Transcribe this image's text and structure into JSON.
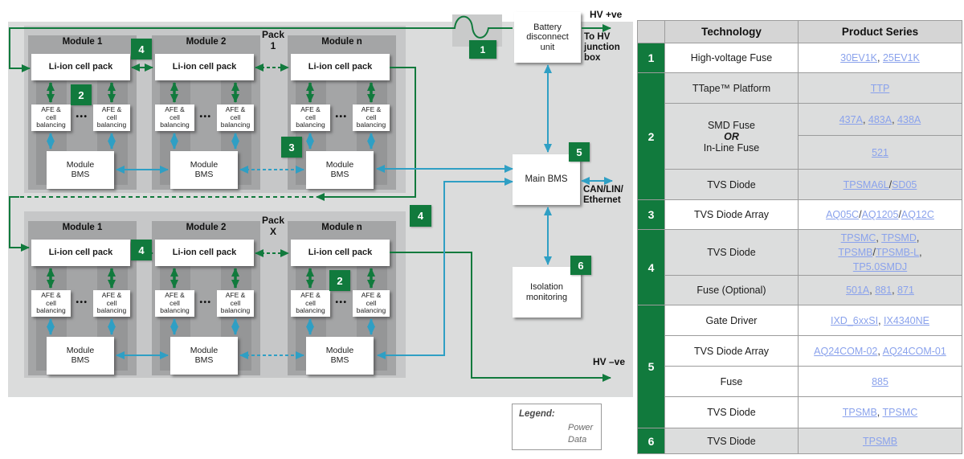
{
  "diagram": {
    "cell_pack": "Li-ion cell pack",
    "afe": "AFE &\ncell\nbalancing",
    "dots": "•••",
    "module_bms": "Module\nBMS",
    "bdu": "Battery\ndisconnect\nunit",
    "main_bms": "Main BMS",
    "isolation": "Isolation\nmonitoring",
    "packs": [
      {
        "label": "Pack\n1",
        "modules": [
          {
            "title": "Module 1"
          },
          {
            "title": "Module 2"
          },
          {
            "title": "Module n"
          }
        ]
      },
      {
        "label": "Pack\nX",
        "modules": [
          {
            "title": "Module 1"
          },
          {
            "title": "Module 2"
          },
          {
            "title": "Module n"
          }
        ]
      }
    ],
    "badges": {
      "n1": "1",
      "n2": "2",
      "n3": "3",
      "n4": "4",
      "n5": "5",
      "n6": "6"
    },
    "labels": {
      "hv_pos": "HV +ve",
      "to_hv": "To HV\njunction\nbox",
      "can": "CAN/LIN/\nEthernet",
      "hv_neg": "HV –ve"
    },
    "legend": {
      "title": "Legend:",
      "power": "Power",
      "data": "Data"
    },
    "colors": {
      "power_green": "#117a3d",
      "data_teal": "#2f9fc4"
    }
  },
  "table": {
    "header": {
      "technology": "Technology",
      "product_series": "Product Series"
    },
    "groups": [
      {
        "num": "1"
      },
      {
        "num": "2"
      },
      {
        "num": "3"
      },
      {
        "num": "4"
      },
      {
        "num": "5"
      },
      {
        "num": "6"
      }
    ],
    "rows": [
      {
        "tech": "High-voltage Fuse",
        "products": [
          {
            "t": "a",
            "v": "30EV1K"
          },
          {
            "t": "s",
            "v": ", "
          },
          {
            "t": "a",
            "v": "25EV1K"
          }
        ]
      },
      {
        "tech": "TTape™ Platform",
        "products": [
          {
            "t": "a",
            "v": "TTP"
          }
        ]
      },
      {
        "tech_lines": [
          "SMD Fuse",
          "OR",
          "In-Line Fuse"
        ],
        "products": [
          {
            "t": "a",
            "v": "437A"
          },
          {
            "t": "s",
            "v": ", "
          },
          {
            "t": "a",
            "v": "483A"
          },
          {
            "t": "s",
            "v": ", "
          },
          {
            "t": "a",
            "v": "438A"
          }
        ]
      },
      {
        "products": [
          {
            "t": "a",
            "v": "521"
          }
        ]
      },
      {
        "tech": "TVS Diode",
        "products": [
          {
            "t": "a",
            "v": "TPSMA6L"
          },
          {
            "t": "s",
            "v": "/"
          },
          {
            "t": "a",
            "v": "SD05"
          }
        ]
      },
      {
        "tech": "TVS Diode Array",
        "products": [
          {
            "t": "a",
            "v": "AQ05C"
          },
          {
            "t": "s",
            "v": "/"
          },
          {
            "t": "a",
            "v": "AQ1205"
          },
          {
            "t": "s",
            "v": "/"
          },
          {
            "t": "a",
            "v": "AQ12C"
          }
        ]
      },
      {
        "tech": "TVS Diode",
        "products": [
          {
            "t": "a",
            "v": "TPSMC"
          },
          {
            "t": "s",
            "v": ", "
          },
          {
            "t": "a",
            "v": "TPSMD"
          },
          {
            "t": "s",
            "v": ","
          },
          {
            "t": "b"
          },
          {
            "t": "a",
            "v": "TPSMB"
          },
          {
            "t": "s",
            "v": "/"
          },
          {
            "t": "a",
            "v": "TPSMB-L"
          },
          {
            "t": "s",
            "v": ","
          },
          {
            "t": "b"
          },
          {
            "t": "a",
            "v": "TP5.0SMDJ"
          }
        ]
      },
      {
        "tech": "Fuse (Optional)",
        "products": [
          {
            "t": "a",
            "v": "501A"
          },
          {
            "t": "s",
            "v": ", "
          },
          {
            "t": "a",
            "v": "881"
          },
          {
            "t": "s",
            "v": ", "
          },
          {
            "t": "a",
            "v": "871"
          }
        ]
      },
      {
        "tech": "Gate Driver",
        "products": [
          {
            "t": "a",
            "v": "IXD_6xxSI"
          },
          {
            "t": "s",
            "v": ", "
          },
          {
            "t": "a",
            "v": "IX4340NE"
          }
        ]
      },
      {
        "tech": "TVS Diode Array",
        "products": [
          {
            "t": "a",
            "v": "AQ24COM-02"
          },
          {
            "t": "s",
            "v": ", "
          },
          {
            "t": "a",
            "v": "AQ24COM-01"
          }
        ]
      },
      {
        "tech": "Fuse",
        "products": [
          {
            "t": "a",
            "v": "885"
          }
        ]
      },
      {
        "tech": "TVS Diode",
        "products": [
          {
            "t": "a",
            "v": "TPSMB"
          },
          {
            "t": "s",
            "v": ", "
          },
          {
            "t": "a",
            "v": "TPSMC"
          }
        ]
      },
      {
        "tech": "TVS Diode",
        "products": [
          {
            "t": "a",
            "v": "TPSMB"
          }
        ]
      }
    ]
  }
}
